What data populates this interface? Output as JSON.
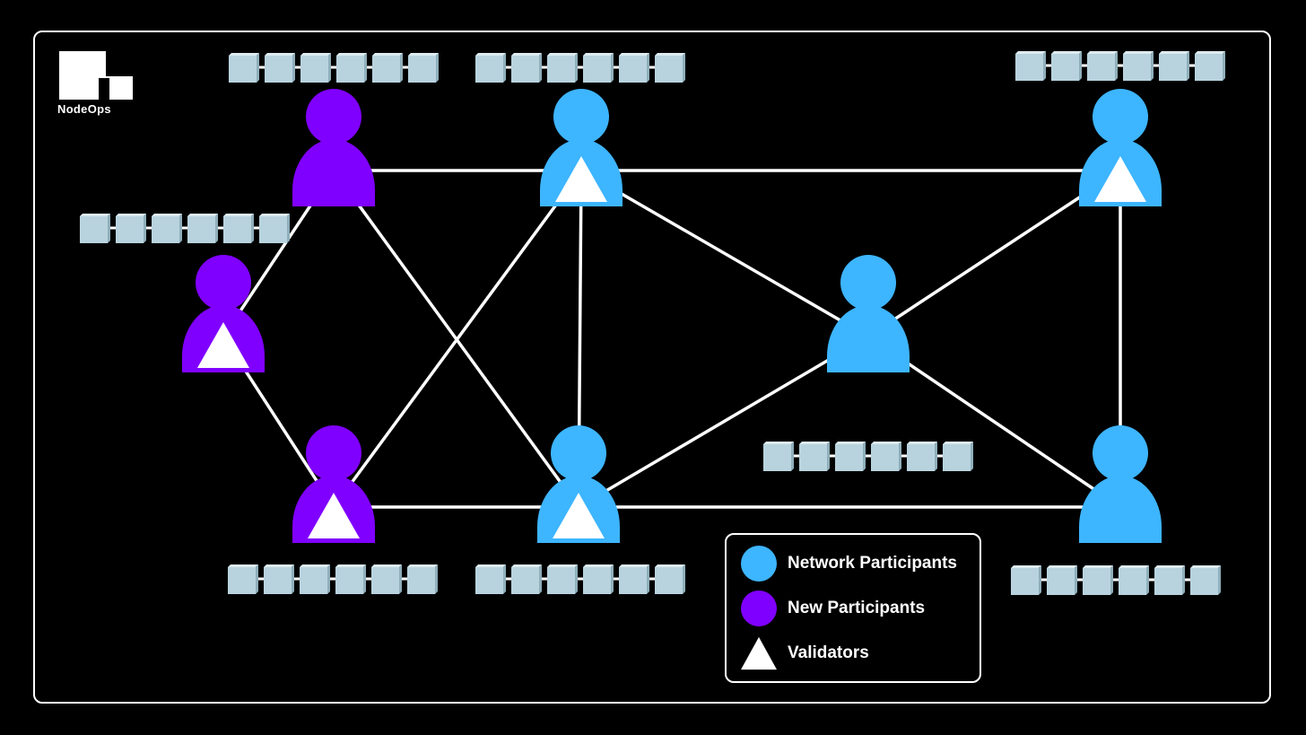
{
  "brand": {
    "name": "NodeOps",
    "logo_icon": "nodeops-logo-icon"
  },
  "colors": {
    "network_participant": "#3DB5FF",
    "new_participant": "#8000FF",
    "validator": "#FFFFFF",
    "block": "#B8D3DE",
    "link": "#FFFFFF",
    "background": "#000000"
  },
  "nodes": [
    {
      "id": "p1",
      "kind": "new",
      "validator": false
    },
    {
      "id": "p2",
      "kind": "new",
      "validator": true
    },
    {
      "id": "p3",
      "kind": "new",
      "validator": true
    },
    {
      "id": "n1",
      "kind": "network",
      "validator": true
    },
    {
      "id": "n2",
      "kind": "network",
      "validator": true
    },
    {
      "id": "n3",
      "kind": "network",
      "validator": true
    },
    {
      "id": "n4",
      "kind": "network",
      "validator": false
    },
    {
      "id": "n5",
      "kind": "network",
      "validator": false
    }
  ],
  "edges": [
    [
      "p1",
      "n1"
    ],
    [
      "p1",
      "p2"
    ],
    [
      "p1",
      "n2"
    ],
    [
      "p2",
      "p3"
    ],
    [
      "p3",
      "n1"
    ],
    [
      "p3",
      "n2"
    ],
    [
      "n1",
      "n2"
    ],
    [
      "n1",
      "n3"
    ],
    [
      "n1",
      "n4"
    ],
    [
      "n2",
      "n4"
    ],
    [
      "n2",
      "n5"
    ],
    [
      "n3",
      "n4"
    ],
    [
      "n3",
      "n5"
    ],
    [
      "n4",
      "n5"
    ]
  ],
  "blockchains": [
    {
      "id": "chain-p1",
      "blocks": 6
    },
    {
      "id": "chain-n1",
      "blocks": 6
    },
    {
      "id": "chain-n3",
      "blocks": 6
    },
    {
      "id": "chain-p2",
      "blocks": 6
    },
    {
      "id": "chain-n4",
      "blocks": 6
    },
    {
      "id": "chain-p3",
      "blocks": 6
    },
    {
      "id": "chain-n2",
      "blocks": 6
    },
    {
      "id": "chain-n5",
      "blocks": 6
    }
  ],
  "legend": {
    "items": [
      {
        "label": "Network Participants",
        "icon": "blue-circle-icon"
      },
      {
        "label": "New Participants",
        "icon": "purple-circle-icon"
      },
      {
        "label": "Validators",
        "icon": "white-triangle-icon"
      }
    ]
  }
}
